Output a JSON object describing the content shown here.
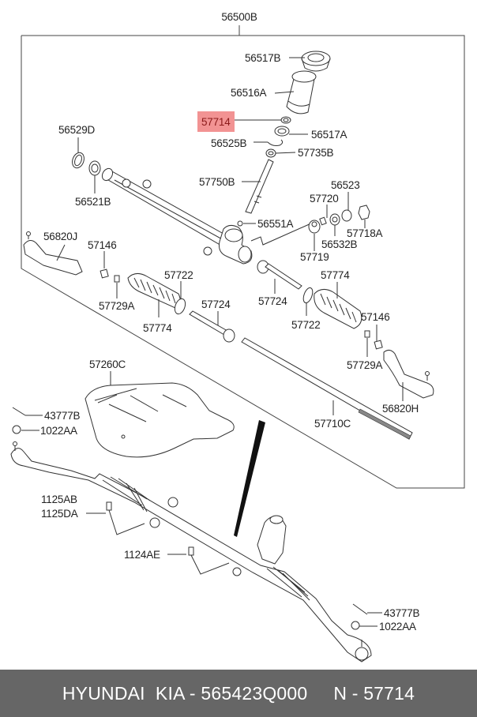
{
  "diagram": {
    "assembly_label": "56500B",
    "highlight_color": "#f08080",
    "highlighted_part": "57714",
    "callouts": {
      "p56517B": "56517B",
      "p56516A": "56516A",
      "p57714": "57714",
      "p56517A": "56517A",
      "p56525B": "56525B",
      "p57735B": "57735B",
      "p56529D": "56529D",
      "p56521B": "56521B",
      "p57750B": "57750B",
      "p56551A": "56551A",
      "p56523": "56523",
      "p57720": "57720",
      "p57718A": "57718A",
      "p56532B": "56532B",
      "p57719": "57719",
      "p56820J": "56820J",
      "p57146_left": "57146",
      "p57729A_left": "57729A",
      "p57722_left": "57722",
      "p57774_left": "57774",
      "p57724_left": "57724",
      "p57724_right": "57724",
      "p57774_right": "57774",
      "p57722_right": "57722",
      "p57146_right": "57146",
      "p57729A_right": "57729A",
      "p56820H": "56820H",
      "p57710C": "57710C",
      "p57260C": "57260C",
      "p43777B_left": "43777B",
      "p1022AA_left": "1022AA",
      "p1125AB": "1125AB",
      "p1125DA": "1125DA",
      "p1124AE": "1124AE",
      "p43777B_right": "43777B",
      "p1022AA_right": "1022AA"
    }
  },
  "footer": {
    "text": "HYUNDAI  KIA - 565423Q000     N - 57714",
    "background": "#666666"
  }
}
